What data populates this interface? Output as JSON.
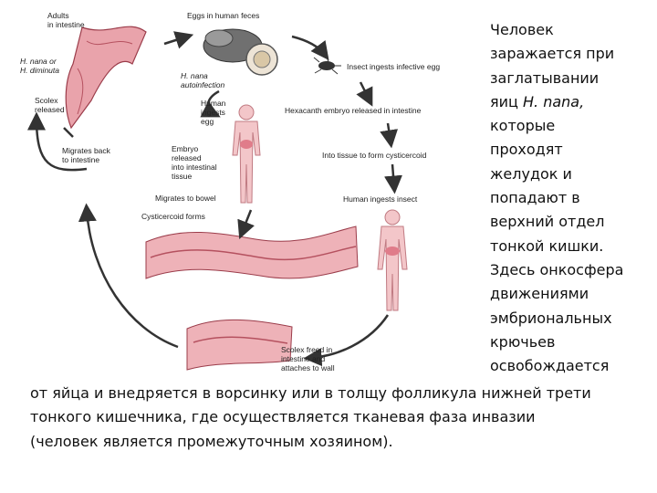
{
  "diagram": {
    "labels": {
      "adults": "Adults\nin intestine",
      "hnana_or": "H. nana or\nH. diminuta",
      "scolex_released": "Scolex\nreleased",
      "migrates_back": "Migrates back\nto intestine",
      "eggs_feces": "Eggs in human feces",
      "hnana_auto": "H. nana\nautoinfection",
      "human_ingests_egg": "Human\ningests\negg",
      "embryo_released": "Embryo\nreleased\ninto intestinal\ntissue",
      "migrates_bowel": "Migrates to bowel",
      "cysticercoid_forms": "Cysticercoid forms",
      "insect_ingests": "Insect ingests infective egg",
      "hexacanth": "Hexacanth embryo released in intestine",
      "into_tissue": "Into tissue to form cysticercoid",
      "human_ingests_insect": "Human ingests insect",
      "scolex_freed": "Scolex freed in\nintestine and\nattaches to wall"
    }
  },
  "description": {
    "side_lines": [
      "Человек",
      "заражается при",
      "заглатывании",
      "яиц ",
      "которые",
      "проходят",
      "желудок и",
      "попадают в",
      "верхний отдел",
      "тонкой кишки.",
      "Здесь онкосфера",
      "движениями",
      "эмбриональных",
      "крючьев",
      "освобождается"
    ],
    "species_italic": "H. nana,",
    "bottom_lines": [
      "от яйца и внедряется в ворсинку или в толщу фолликула нижней трети",
      "тонкого кишечника, где осуществляется тканевая фаза инвазии",
      "(человек является промежуточным хозяином)."
    ]
  }
}
